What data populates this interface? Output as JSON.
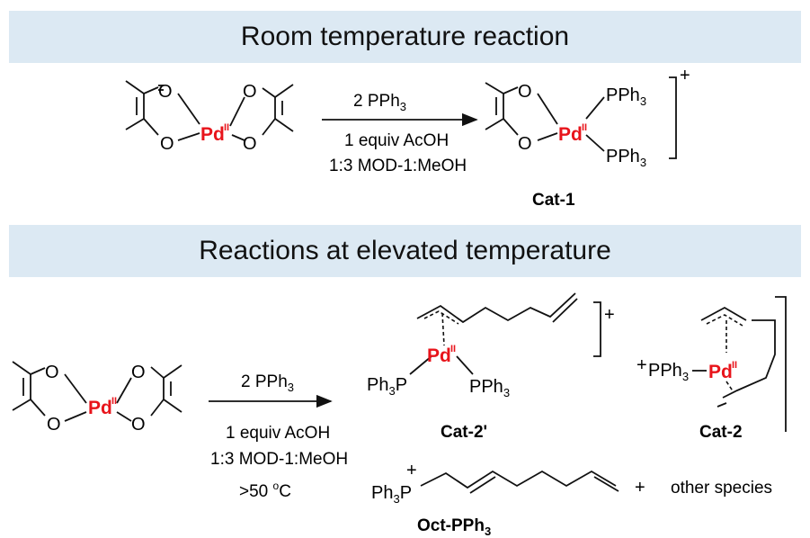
{
  "sections": [
    {
      "title": "Room temperature reaction"
    },
    {
      "title": "Reactions at elevated temperature"
    }
  ],
  "atoms": {
    "O": "O",
    "Pd": "Pd",
    "Pd_ox": "II",
    "P": "P",
    "Ph3": "Ph",
    "sub3": "3"
  },
  "reaction1": {
    "reagent": "2 PPh",
    "reagent_sub": "3",
    "cond1": "1 equiv AcOH",
    "cond2": "1:3 MOD-1:MeOH",
    "product_label": "Cat-1",
    "charge": "+"
  },
  "reaction2": {
    "reagent": "2 PPh",
    "reagent_sub": "3",
    "cond1": "1 equiv AcOH",
    "cond2": "1:3 MOD-1:MeOH",
    "cond3": ">50 ",
    "cond3_sup": "o",
    "cond3_unit": "C",
    "product1_label": "Cat-2'",
    "product2_label": "Cat-2",
    "product3_label": "Oct-PPh",
    "product3_label_sub": "3",
    "plus": "+",
    "other": "other species",
    "charge": "+"
  }
}
